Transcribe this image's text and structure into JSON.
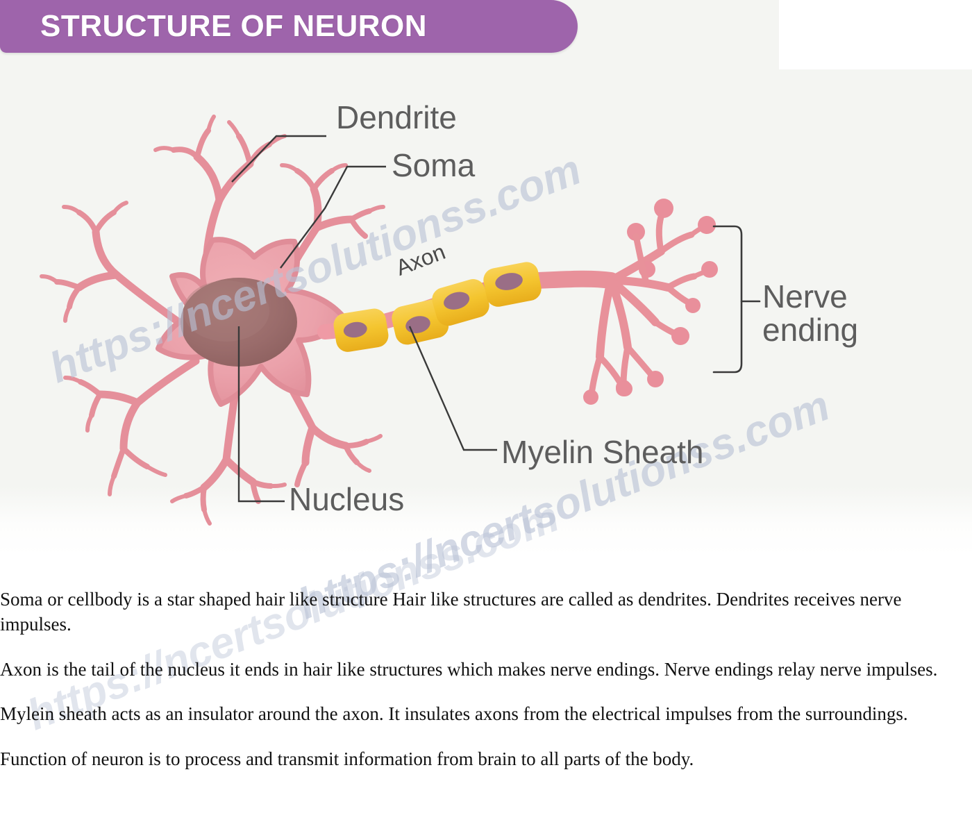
{
  "header": {
    "title": "STRUCTURE OF NEURON",
    "banner_color": "#9e64ab"
  },
  "diagram": {
    "background_color": "#f4f5f2",
    "labels": {
      "dendrite": "Dendrite",
      "soma": "Soma",
      "axon": "Axon",
      "nerve_ending": "Nerve\nending",
      "myelin_sheath": "Myelin Sheath",
      "nucleus": "Nucleus"
    },
    "colors": {
      "cell_membrane": "#e8919a",
      "cell_body_fill": "#eda5ad",
      "nucleus_fill": "#9d6b6b",
      "myelin_fill": "#f3c233",
      "myelin_nucleus": "#9a6e86",
      "leader_line": "#3a3a3a",
      "label_text": "#5d5d5d"
    }
  },
  "watermark": {
    "text": "https://ncertsolutionss.com",
    "color": "#b9c2d6"
  },
  "body": {
    "paragraphs": [
      "Soma or cellbody is a star shaped hair like structure Hair like structures are called as dendrites. Dendrites receives nerve impulses.",
      "Axon is the tail of the nucleus it ends in hair like structures which makes nerve endings. Nerve endings relay nerve impulses.",
      "Mylein sheath acts as an insulator around the axon. It insulates axons from the electrical impulses from the surroundings.",
      "Function of neuron is to process and transmit information from brain to all parts of the body."
    ]
  }
}
